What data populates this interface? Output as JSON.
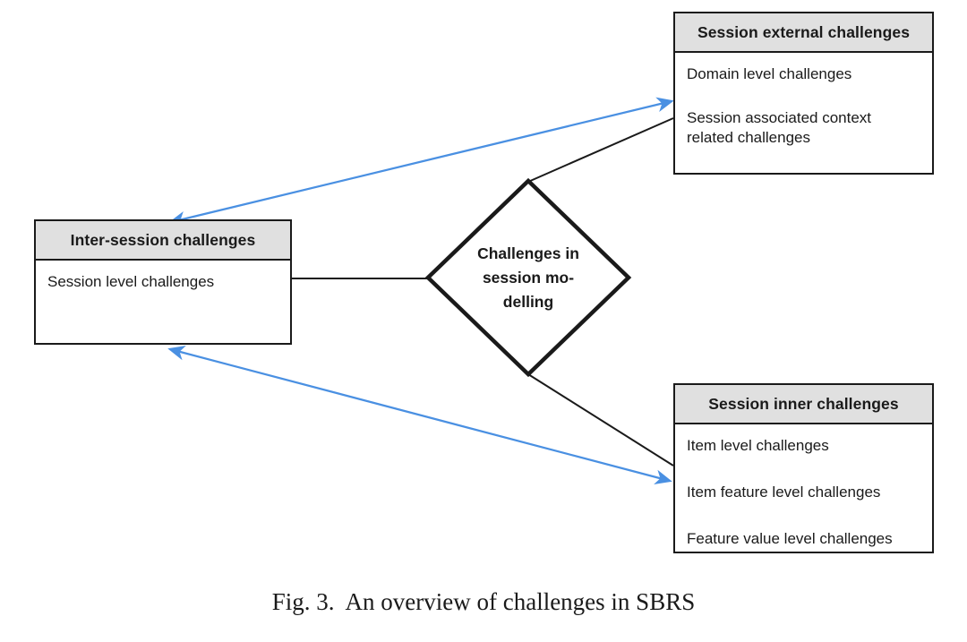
{
  "figure": {
    "caption": "Fig. 3.  An overview of challenges in SBRS"
  },
  "diamond": {
    "label_lines": [
      "Challenges in",
      "session mo-",
      "delling"
    ]
  },
  "boxes": {
    "external": {
      "title": "Session external challenges",
      "items": [
        "Domain level challenges",
        "Session associated context related challenges"
      ]
    },
    "inter": {
      "title": "Inter-session challenges",
      "items": [
        "Session level challenges"
      ]
    },
    "inner": {
      "title": "Session inner challenges",
      "items": [
        "Item level challenges",
        "Item feature level challenges",
        "Feature value level challenges"
      ]
    }
  },
  "colors": {
    "arrow_blue": "#4a90e2",
    "line_black": "#1a1a1a",
    "header_gray": "#e0e0e0"
  }
}
